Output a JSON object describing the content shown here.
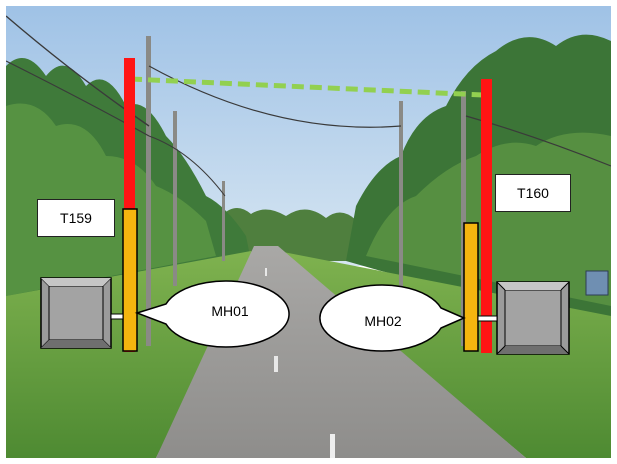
{
  "image": {
    "description_colors": {
      "sky": "#b9d3ec",
      "road": "#9d9c9c",
      "grass": "#6fa64a",
      "pole_red": "#ff1a1a",
      "pole_orange": "#f5b50f",
      "link_green": "#92d050",
      "box_grey": "#9b9b9b"
    }
  },
  "labels": {
    "tower_left": "T159",
    "tower_right": "T160",
    "manhole_left": "MH01",
    "manhole_right": "MH02"
  }
}
